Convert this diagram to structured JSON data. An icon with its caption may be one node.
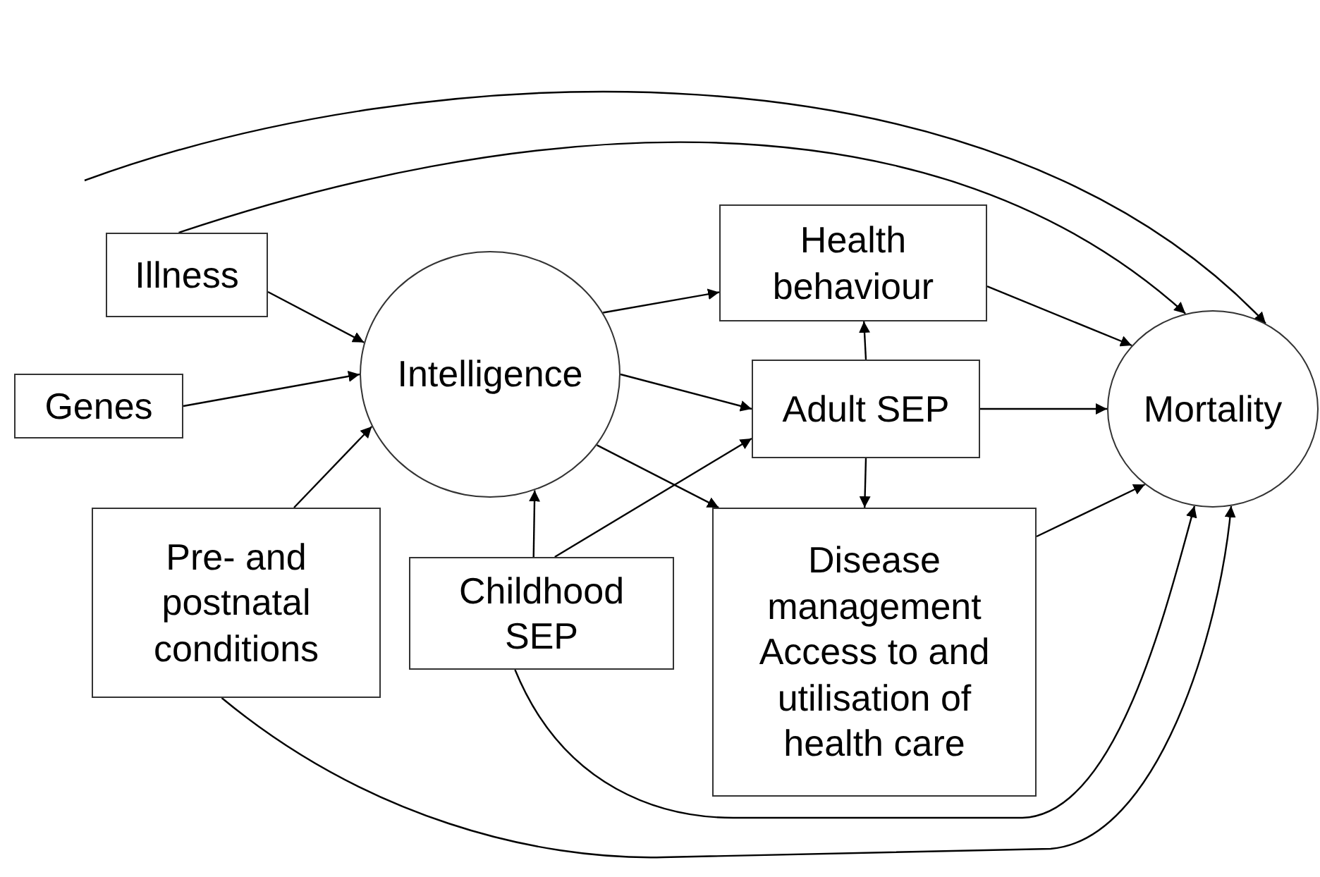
{
  "diagram": {
    "nodes": [
      {
        "text": [
          "Illness"
        ]
      },
      {
        "text": [
          "Genes"
        ]
      },
      {
        "text": [
          "Pre- and postnatal conditions"
        ]
      },
      {
        "text": [
          "Intelligence"
        ]
      },
      {
        "text": [
          "Health behaviour"
        ]
      },
      {
        "text": [
          "Adult SEP"
        ]
      },
      {
        "text": [
          "Childhood SEP"
        ]
      },
      {
        "text": [
          "Disease management",
          "Access to and utilisation of health care"
        ]
      },
      {
        "text": [
          "Mortality"
        ]
      }
    ],
    "edges": [
      {
        "from": 0,
        "to": 3,
        "arrow": "to"
      },
      {
        "from": 1,
        "to": 3,
        "arrow": "to"
      },
      {
        "from": 2,
        "to": 3,
        "arrow": "to"
      },
      {
        "from": 3,
        "to": 4,
        "arrow": "to"
      },
      {
        "from": 3,
        "to": 5,
        "arrow": "to"
      },
      {
        "from": 3,
        "to": 7,
        "arrow": "to"
      },
      {
        "from": 6,
        "to": 3,
        "arrow": "to"
      },
      {
        "from": 6,
        "to": 5,
        "arrow": "to"
      },
      {
        "from": 5,
        "to": 4,
        "arrow": "to"
      },
      {
        "from": 5,
        "to": 7,
        "arrow": "to"
      },
      {
        "from": 5,
        "to": 8,
        "arrow": "to"
      },
      {
        "from": 4,
        "to": 8,
        "arrow": "to"
      },
      {
        "from": 7,
        "to": 8,
        "arrow": "to"
      },
      {
        "from": 6,
        "to": 8,
        "arrow": "to"
      },
      {
        "from": 2,
        "to": 8,
        "arrow": "to"
      },
      {
        "from": null,
        "to": 8,
        "arrow": "to"
      },
      {
        "from": 0,
        "to": 8,
        "arrow": "to"
      }
    ]
  }
}
